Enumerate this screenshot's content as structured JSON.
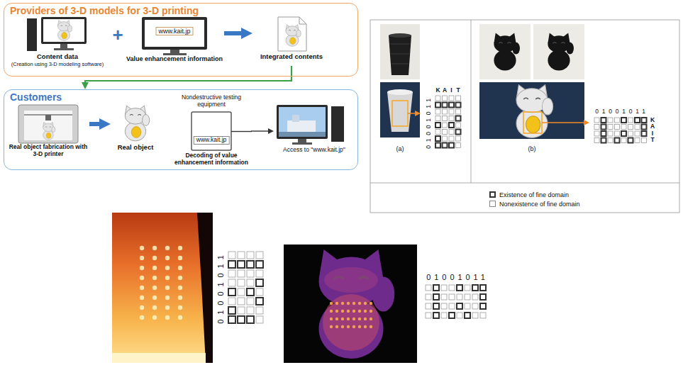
{
  "diagram": {
    "nodes": [
      {
        "text": [
          "Providers of 3-D models for 3-D printing"
        ]
      },
      {
        "text": [
          "Content data",
          "(Creation using 3-D modeling software)"
        ],
        "in": 0
      },
      {
        "text": [
          "www.kait.jp",
          "Value enhancement information"
        ],
        "in": 0
      },
      {
        "text": [
          "Integrated contents"
        ],
        "in": 0
      },
      {
        "text": [
          "Customers"
        ]
      },
      {
        "text": [
          "Real object fabrication with 3-D printer"
        ],
        "in": 4
      },
      {
        "text": [
          "Real object"
        ],
        "in": 4
      },
      {
        "text": [
          "Nondestructive testing equipment",
          "www.kait.jp",
          "Decoding of value enhancement information"
        ],
        "in": 4
      },
      {
        "text": [
          "Access to \"www.kait.jp\""
        ],
        "in": 4
      }
    ],
    "edges": [
      {
        "from": 2,
        "to": 3,
        "arrow": "to"
      },
      {
        "from": 3,
        "to": 4,
        "arrow": "to"
      },
      {
        "from": 5,
        "to": 6,
        "arrow": "to"
      },
      {
        "from": 7,
        "to": 8,
        "arrow": "to"
      }
    ],
    "labels": [
      "+",
      "(a)",
      "K",
      "A",
      "I",
      "T",
      "01001011",
      "(b)",
      "01001011",
      "K",
      "A",
      "I",
      "T",
      "01001011",
      "01001011"
    ],
    "legend": [
      {
        "text": "Existence of fine domain"
      },
      {
        "text": "Nonexistence of fine domain"
      }
    ]
  }
}
